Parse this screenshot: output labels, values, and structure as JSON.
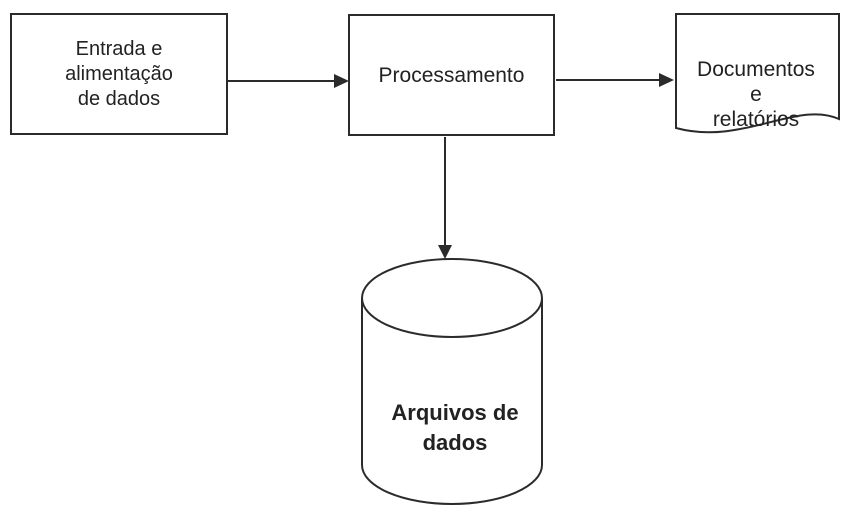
{
  "diagram_type": "flowchart",
  "nodes": {
    "input": {
      "shape": "rectangle",
      "label": "Entrada e\nalimentação\nde dados"
    },
    "process": {
      "shape": "rectangle",
      "label": "Processamento"
    },
    "documents": {
      "shape": "document",
      "label": "Documentos\ne\nrelatórios"
    },
    "storage": {
      "shape": "cylinder",
      "label": "Arquivos de\ndados"
    }
  },
  "edges": [
    {
      "from": "input",
      "to": "process",
      "direction": "right"
    },
    {
      "from": "process",
      "to": "documents",
      "direction": "right"
    },
    {
      "from": "process",
      "to": "storage",
      "direction": "down"
    }
  ],
  "colors": {
    "stroke": "#2b2b2b",
    "text": "#222222",
    "background": "#ffffff"
  }
}
